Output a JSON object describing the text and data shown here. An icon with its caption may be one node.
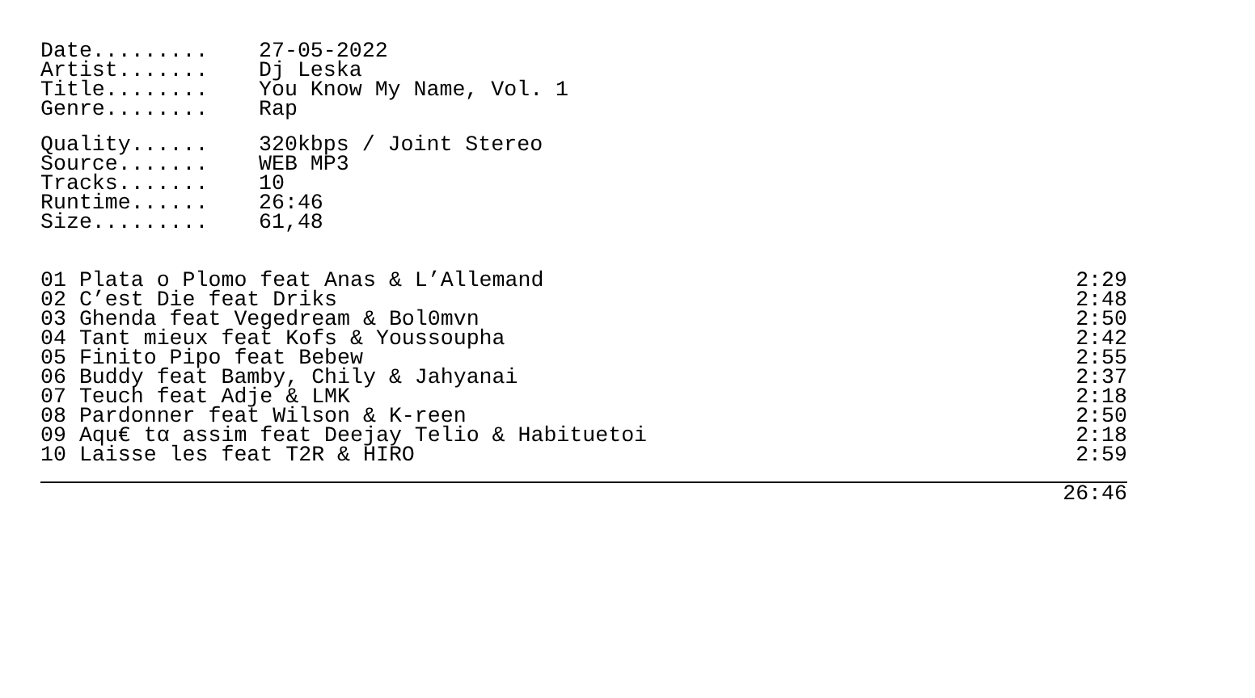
{
  "diagram": {
    "labels": [
      "Date.........",
      "27-05-2022",
      "Artist.......",
      "Dj Leska",
      "Title........",
      "You Know My Name, Vol. 1",
      "Genre........",
      "Rap",
      "Quality......",
      "320kbps / Joint Stereo",
      "Source.......",
      "WEB MP3",
      "Tracks.......",
      "10",
      "Runtime......",
      "26:46",
      "Size.........",
      "61,48",
      "01 Plata o Plomo feat Anas & L’Allemand",
      "2:29",
      "02 C’est Die feat Driks",
      "2:48",
      "03 Ghenda feat Vegedream & Bol0mvn",
      "2:50",
      "04 Tant mieux feat Kofs & Youssoupha",
      "2:42",
      "05 Finito Pipo feat Bebew",
      "2:55",
      "06 Buddy feat Bamby, Chily & Jahyanai",
      "2:37",
      "07 Teuch feat Adje & LMK",
      "2:18",
      "08 Pardonner feat Wilson & K-reen",
      "2:50",
      "09 Aqu€ tα assim feat Deejay Telio & Habituetoi",
      "2:18",
      "10 Laisse les feat T2R & HIRO",
      "2:59",
      "26:46"
    ]
  }
}
